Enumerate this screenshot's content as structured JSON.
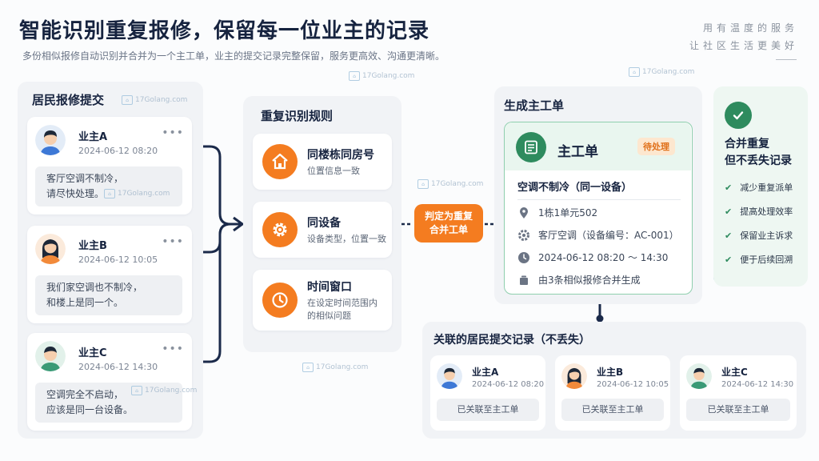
{
  "header": {
    "title": "智能识别重复报修，保留每一位业主的记录",
    "subtitle": "多份相似报修自动识别并合并为一个主工单，业主的提交记录完整保留，服务更高效、沟通更清晰。",
    "slogan_line1": "用有温度的服务",
    "slogan_line2": "让社区生活更美好"
  },
  "watermark": "17Golang.com",
  "residents": {
    "title": "居民报修提交",
    "more": "•••",
    "items": [
      {
        "name": "业主A",
        "time": "2024-06-12 08:20",
        "msg1": "客厅空调不制冷，",
        "msg2": "请尽快处理。"
      },
      {
        "name": "业主B",
        "time": "2024-06-12 10:05",
        "msg1": "我们家空调也不制冷，",
        "msg2": "和楼上是同一个。"
      },
      {
        "name": "业主C",
        "time": "2024-06-12 14:30",
        "msg1": "空调完全不启动，",
        "msg2": "应该是同一台设备。"
      }
    ]
  },
  "rules": {
    "title": "重复识别规则",
    "items": [
      {
        "title": "同楼栋同房号",
        "desc1": "位置信息一致",
        "desc2": ""
      },
      {
        "title": "同设备",
        "desc1": "设备类型，位置一致",
        "desc2": ""
      },
      {
        "title": "时间窗口",
        "desc1": "在设定时间范围内",
        "desc2": "的相似问题"
      }
    ]
  },
  "decision": {
    "line1": "判定为重复",
    "line2": "合并工单"
  },
  "main_order": {
    "section_title": "生成主工单",
    "title": "主工单",
    "status": "待处理",
    "issue": "空调不制冷（同一设备）",
    "location": "1栋1单元502",
    "device": "客厅空调（设备编号：AC-001）",
    "time_range": "2024-06-12 08:20 ～ 14:30",
    "merged": "由3条相似报修合并生成"
  },
  "benefits": {
    "title1": "合并重复",
    "title2": "但不丢失记录",
    "items": [
      "减少重复派单",
      "提高处理效率",
      "保留业主诉求",
      "便于后续回溯"
    ]
  },
  "linked": {
    "title": "关联的居民提交记录（不丢失）",
    "button": "已关联至主工单",
    "items": [
      {
        "name": "业主A",
        "time": "2024-06-12 08:20"
      },
      {
        "name": "业主B",
        "time": "2024-06-12 10:05"
      },
      {
        "name": "业主C",
        "time": "2024-06-12 14:30"
      }
    ]
  },
  "colors": {
    "accent": "#f47c20",
    "primary": "#16233f",
    "success": "#2e8b5e"
  }
}
